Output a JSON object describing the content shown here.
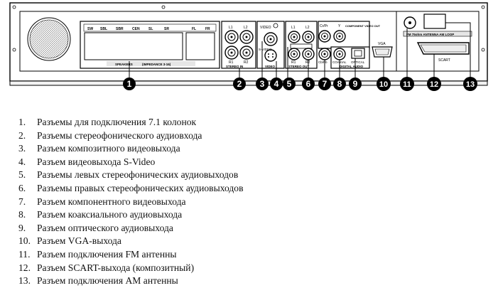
{
  "panel": {
    "speaker_channels": [
      "SW",
      "SBL",
      "SBR",
      "CEN",
      "SL",
      "SR",
      "FL",
      "FR"
    ],
    "speakers_caption": "SPEAKERS",
    "impedance_caption": "(IMPEDANCE 3-16)",
    "stereo_in_labels": [
      "L1",
      "L2",
      "R1",
      "R2"
    ],
    "stereo_in_caption": "STEREO IN",
    "video_label": "VIDEO",
    "svideo_label": "S-VIDEO",
    "video_out_caption": "VIDEO",
    "stereo_out_labels": [
      "L1",
      "L2",
      "R1",
      "R2"
    ],
    "stereo_out_caption": "STEREO OUT",
    "component_labels": [
      "Cr/Pr",
      "Y",
      "Cb/Pb"
    ],
    "component_caption": "COMPONENT VIDEO OUT",
    "coaxial_label": "COAXIAL",
    "optical_label": "OPTICAL",
    "digital_audio_caption": "DIGITAL AUDIO",
    "vga_label": "VGA",
    "antenna_caption": "FM 75ohm ANTENNA AM LOOP",
    "scart_label": "SCART"
  },
  "callouts": [
    "1",
    "2",
    "3",
    "4",
    "5",
    "6",
    "7",
    "8",
    "9",
    "10",
    "11",
    "12",
    "13"
  ],
  "legend": [
    {
      "num": "1.",
      "text": "Разъемы для подключения 7.1 колонок"
    },
    {
      "num": "2.",
      "text": "Разъемы стереофонического аудиовхода"
    },
    {
      "num": "3.",
      "text": "Разъем композитного видеовыхода"
    },
    {
      "num": "4.",
      "text": "Разъем видеовыхода S-Video"
    },
    {
      "num": "5.",
      "text": "Разъемы левых стереофонических аудиовыходов"
    },
    {
      "num": "6.",
      "text": "Разъемы правых стереофонических аудиовыходов"
    },
    {
      "num": "7.",
      "text": "Разъем компонентного видеовыхода"
    },
    {
      "num": "8.",
      "text": "Разъем коаксиального аудиовыхода"
    },
    {
      "num": "9.",
      "text": "Разъем оптического аудиовыхода"
    },
    {
      "num": "10.",
      "text": "Разъем VGA-выхода"
    },
    {
      "num": "11.",
      "text": "Разъем подключения FM антенны"
    },
    {
      "num": "12.",
      "text": "Разъем SCART-выхода (композитный)"
    },
    {
      "num": "13.",
      "text": "Разъем подключения AM антенны"
    }
  ]
}
